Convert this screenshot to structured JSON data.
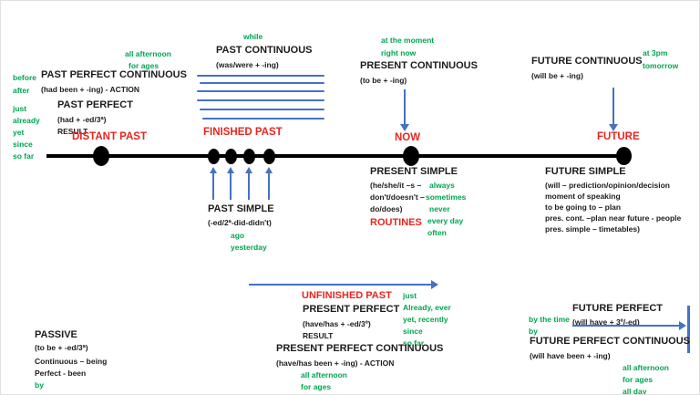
{
  "colors": {
    "accent_red": "#e8251f",
    "accent_green": "#00a550",
    "accent_blue": "#4472c4",
    "text_black": "#1c1c1c",
    "background": "#ffffff"
  },
  "timeline": {
    "distant_past_label": "DISTANT PAST",
    "finished_past_label": "FINISHED PAST",
    "now_label": "NOW",
    "future_label": "FUTURE"
  },
  "past_perfect_continuous": {
    "title": "PAST PERFECT CONTINUOUS",
    "formula": "(had been + -ing) - ACTION",
    "time_words": [
      "before",
      "after"
    ],
    "duration_words": [
      "all afternoon",
      "for ages"
    ]
  },
  "past_perfect": {
    "title": "PAST PERFECT",
    "formula": "(had + -ed/3ª)",
    "note": "RESULT",
    "signal_words": [
      "just",
      "already",
      "yet",
      "since",
      "so far"
    ]
  },
  "past_continuous": {
    "title": "PAST CONTINUOUS",
    "formula": "(was/were + -ing)",
    "signal_word": "while"
  },
  "past_simple": {
    "title": "PAST SIMPLE",
    "formula": "(-ed/2ª-did-didn't)",
    "signal_words": [
      "ago",
      "yesterday"
    ]
  },
  "present_continuous": {
    "title": "PRESENT CONTINUOUS",
    "formula": "(to be + -ing)",
    "signal_words": [
      "at the moment",
      "right now"
    ]
  },
  "present_simple": {
    "title": "PRESENT  SIMPLE",
    "formula_lines": [
      "(he/she/it –s –",
      "don't/doesn't –",
      "do/does)"
    ],
    "routines_label": "ROUTINES",
    "adverbs": [
      "always",
      "sometimes",
      "never",
      "every day",
      "often"
    ]
  },
  "future_continuous": {
    "title": "FUTURE CONTINUOUS",
    "formula": "(will be + -ing)",
    "signal_words": [
      "at 3pm",
      "tomorrow"
    ]
  },
  "future_simple": {
    "title": "FUTURE SIMPLE",
    "formula_lines": [
      "(will – prediction/opinion/decision",
      "moment of speaking",
      "to be going to – plan",
      "pres. cont. –plan near future - people",
      "pres. simple – timetables)"
    ]
  },
  "present_perfect": {
    "unfinished_past_label": "UNFINISHED PAST",
    "title": "PRESENT PERFECT",
    "formula": "(have/has + -ed/3º)",
    "note": "RESULT",
    "signal_words": [
      "just",
      "Already, ever",
      "yet, recently",
      "since",
      "so far"
    ]
  },
  "present_perfect_continuous": {
    "title": "PRESENT PERFECT CONTINUOUS",
    "formula": "(have/has been + -ing) - ACTION",
    "duration_words": [
      "all afternoon",
      "for ages"
    ]
  },
  "future_perfect": {
    "title": "FUTURE PERFECT",
    "formula": "(will have + 3º/-ed)",
    "signal_words": [
      "by the time",
      "by"
    ]
  },
  "future_perfect_continuous": {
    "title": "FUTURE PERFECT CONTINUOUS",
    "formula": "(will have been + -ing)",
    "duration_words": [
      "all afternoon",
      "for ages",
      "all day"
    ]
  },
  "passive": {
    "title": "PASSIVE",
    "formula": "(to be + -ed/3ª)",
    "notes": [
      "Continuous – being",
      "Perfect - been"
    ],
    "signal_word": "by"
  }
}
